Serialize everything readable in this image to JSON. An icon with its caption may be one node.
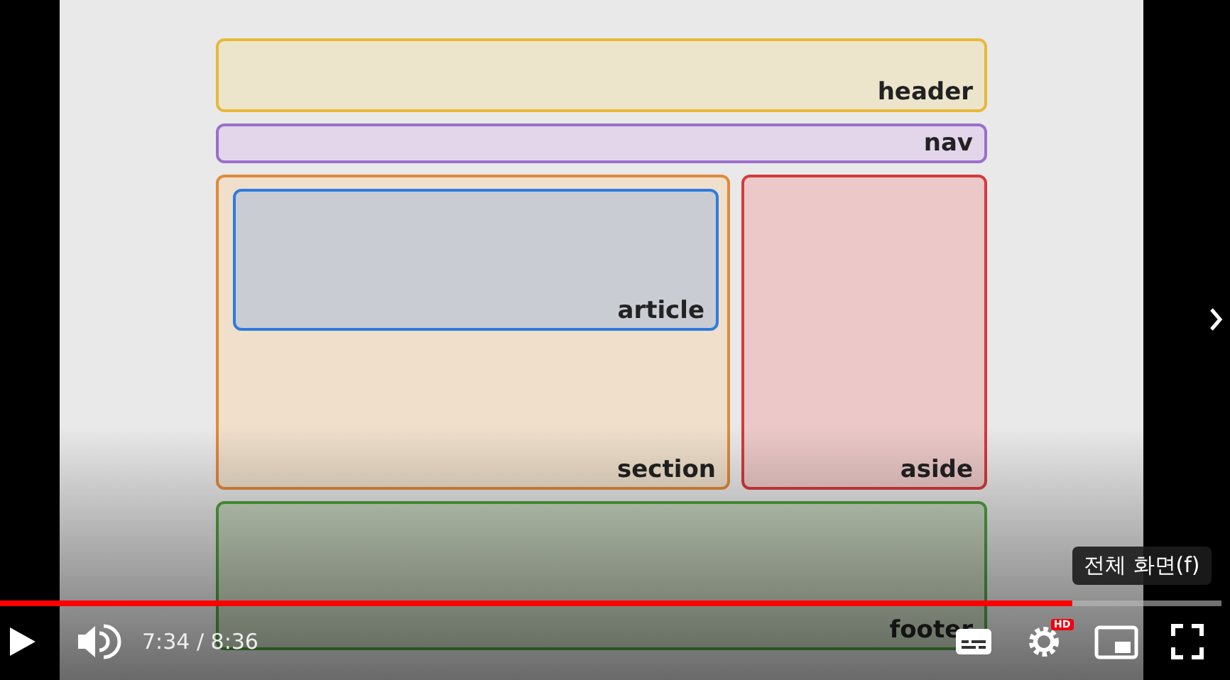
{
  "diagram": {
    "nodes": [
      {
        "text": [
          "header"
        ]
      },
      {
        "text": [
          "nav"
        ]
      },
      {
        "text": [
          "section"
        ]
      },
      {
        "text": [
          "article"
        ],
        "in": 2
      },
      {
        "text": [
          "aside"
        ]
      },
      {
        "text": [
          "footer"
        ]
      }
    ],
    "labels": [
      "7:34 / 8:36",
      "HD",
      "전체 화면(f)"
    ]
  }
}
